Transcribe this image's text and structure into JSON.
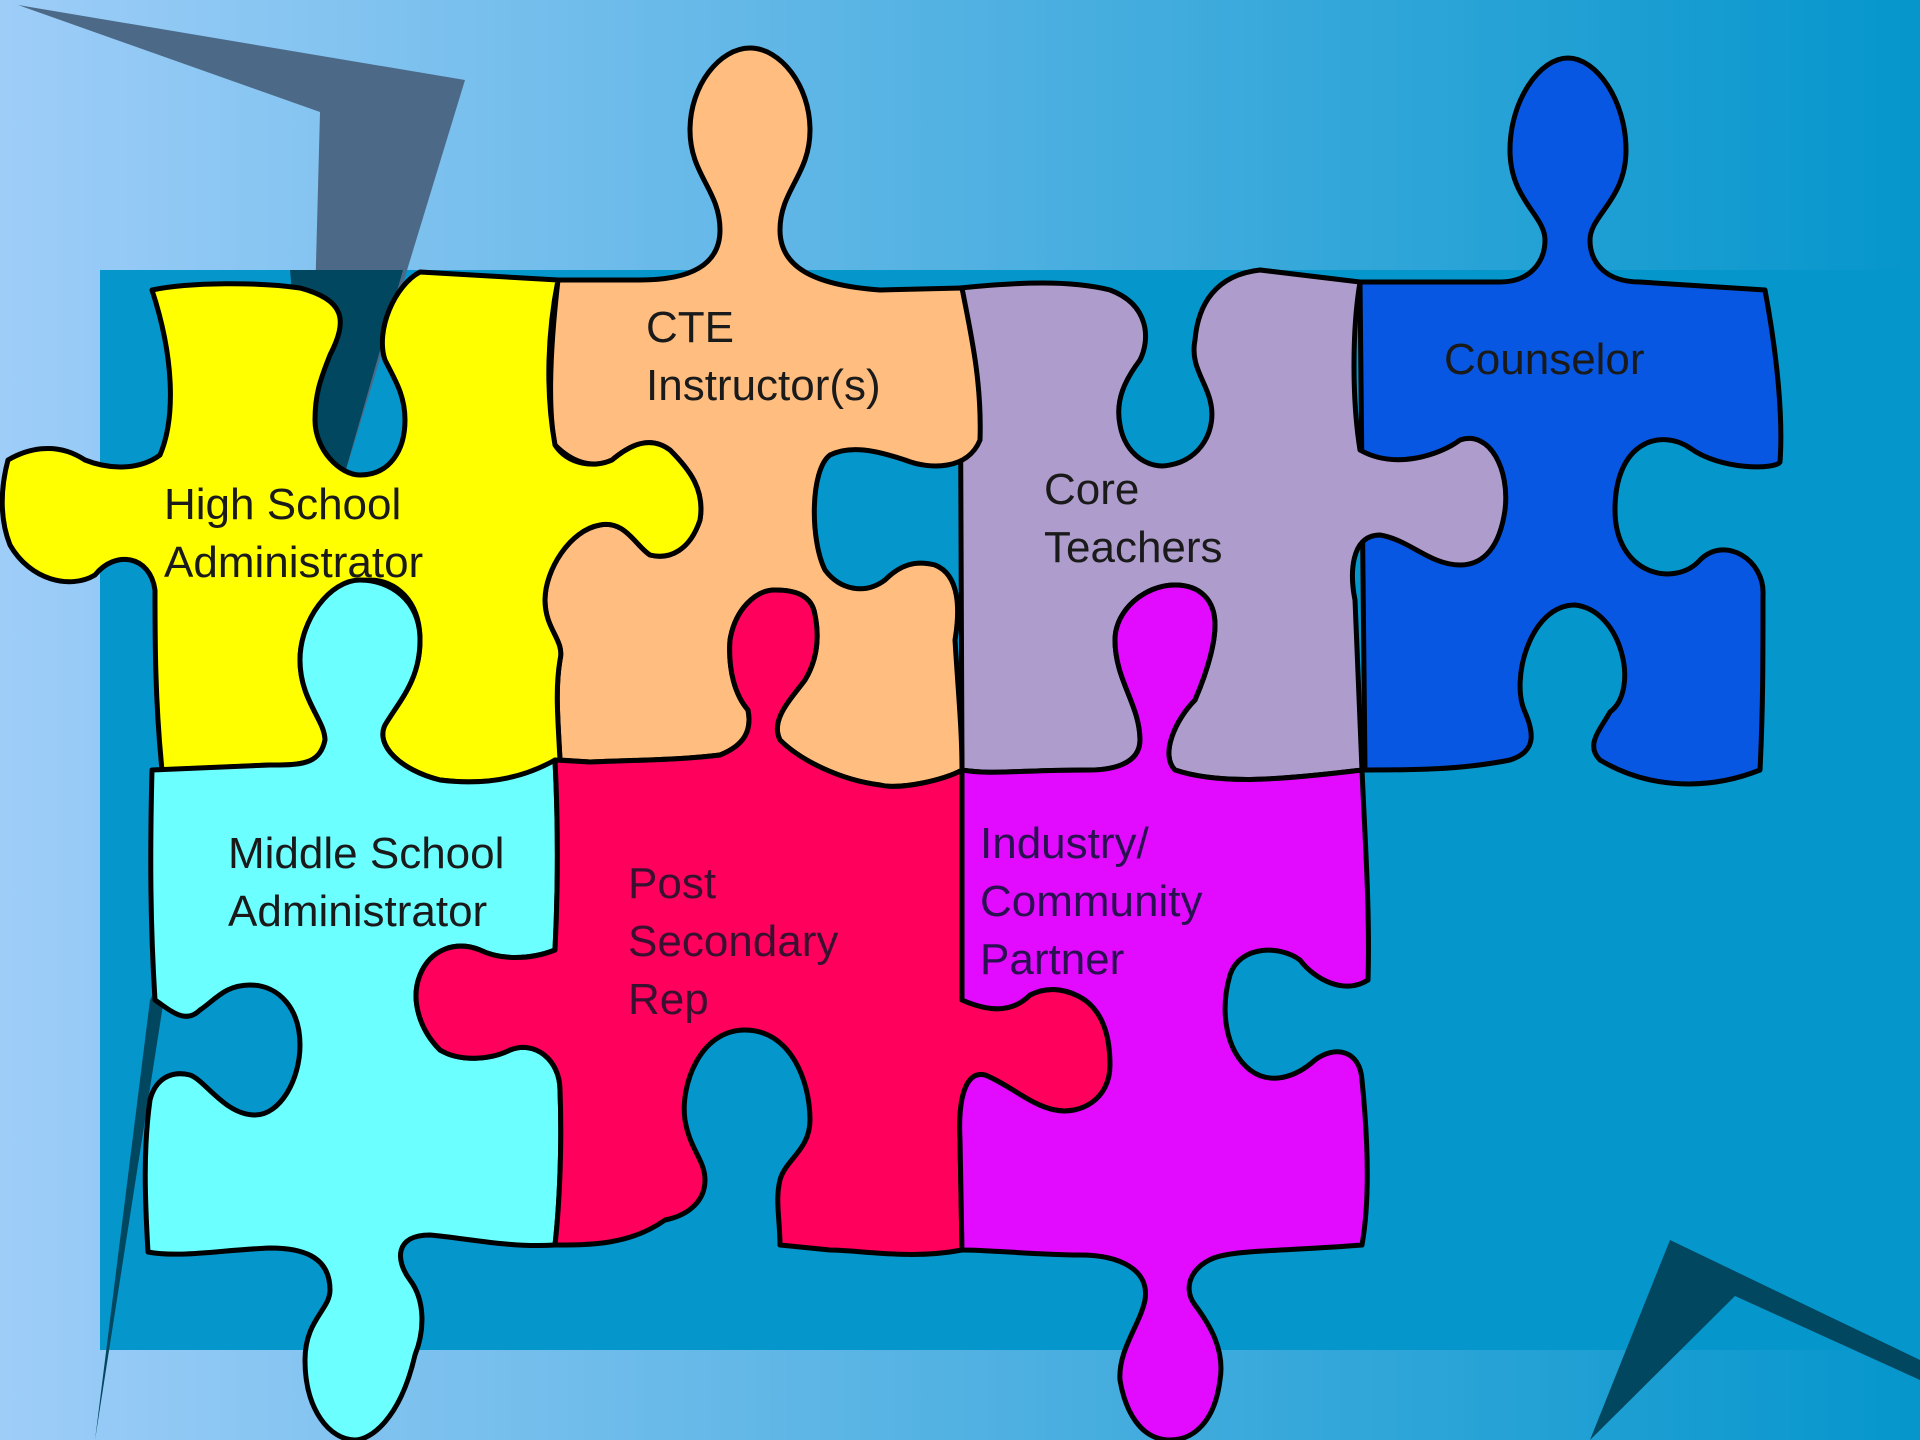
{
  "slide": {
    "background_gradient": [
      "#9ecdf8",
      "#0596cc"
    ],
    "band_color": "#0596cc",
    "accent_dark": "#00475f",
    "accent_slate": "#4c6a87"
  },
  "pieces": [
    {
      "id": "high-school-admin",
      "color": "#ffff00",
      "text_color": "#1a1a1a",
      "lines": [
        "High School",
        "Administrator"
      ]
    },
    {
      "id": "cte-instructor",
      "color": "#ffbe80",
      "text_color": "#1a1a1a",
      "lines": [
        "CTE",
        "Instructor(s)"
      ]
    },
    {
      "id": "core-teachers",
      "color": "#ae9dcc",
      "text_color": "#1a1a1a",
      "lines": [
        "Core",
        "Teachers"
      ]
    },
    {
      "id": "counselor",
      "color": "#0757e3",
      "text_color": "#1a1a1a",
      "lines": [
        "Counselor"
      ]
    },
    {
      "id": "middle-school-admin",
      "color": "#6bffff",
      "text_color": "#1a1a1a",
      "lines": [
        "Middle School",
        "Administrator"
      ]
    },
    {
      "id": "post-secondary-rep",
      "color": "#ff005c",
      "text_color": "#3a1030",
      "lines": [
        "Post",
        "Secondary",
        "Rep"
      ]
    },
    {
      "id": "industry-partner",
      "color": "#e20aff",
      "text_color": "#2a1050",
      "lines": [
        "Industry/",
        "Community",
        "Partner"
      ]
    }
  ]
}
